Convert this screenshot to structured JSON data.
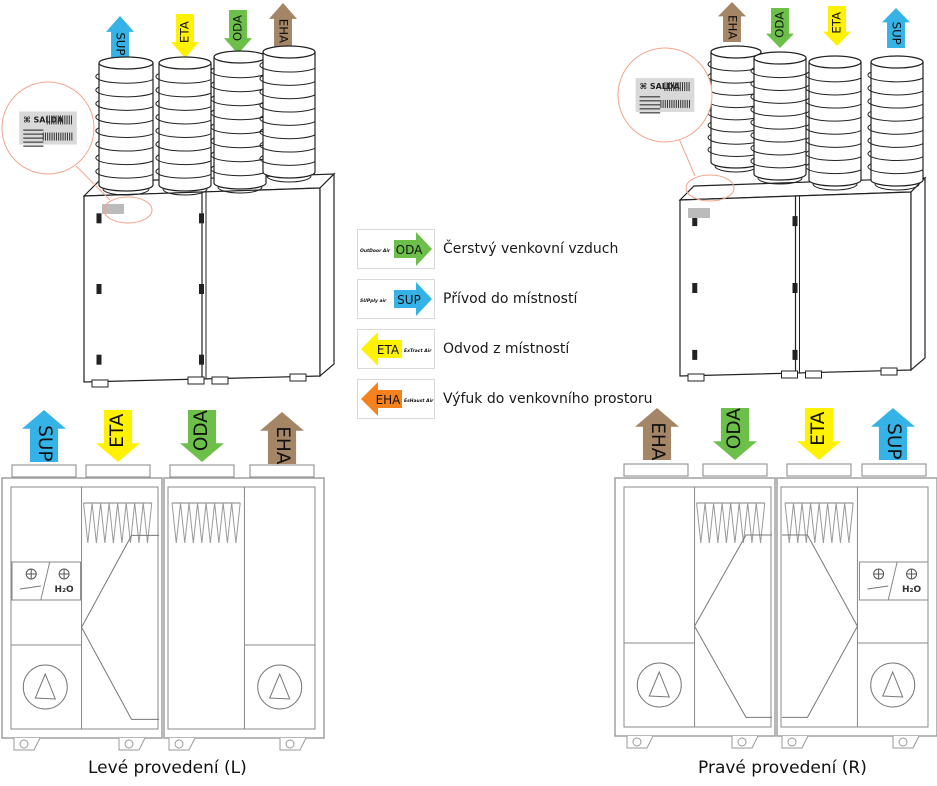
{
  "colors": {
    "oda": "#6cc04a",
    "sup": "#35b3e6",
    "eta": "#fff200",
    "eha": "#f5821f",
    "eha_top": "#a48566",
    "callout": "#f2a58c",
    "line": "#555555"
  },
  "legend": [
    {
      "code": "ODA",
      "sub": "OutDoor Air",
      "direction": "right",
      "color_key": "oda",
      "text": "Čerstvý venkovní vzduch"
    },
    {
      "code": "SUP",
      "sub": "SUPply air",
      "direction": "right",
      "color_key": "sup",
      "text": "Přívod do místností"
    },
    {
      "code": "ETA",
      "sub": "ExTract Air",
      "direction": "left",
      "color_key": "eta",
      "text": "Odvod z místností"
    },
    {
      "code": "EHA",
      "sub": "EsHaust Air",
      "direction": "left",
      "color_key": "eha",
      "text": "Výfuk do venkovního prostoru"
    }
  ],
  "left_unit": {
    "top_arrows": [
      {
        "code": "SUP",
        "direction": "up"
      },
      {
        "code": "ETA",
        "direction": "down"
      },
      {
        "code": "ODA",
        "direction": "down"
      },
      {
        "code": "EHA",
        "direction": "up"
      }
    ],
    "label_brand": "SALDA",
    "caption": "Levé provedení (L)",
    "panel_labels": {
      "water": "H₂O"
    }
  },
  "right_unit": {
    "top_arrows": [
      {
        "code": "EHA",
        "direction": "up"
      },
      {
        "code": "ODA",
        "direction": "down"
      },
      {
        "code": "ETA",
        "direction": "down"
      },
      {
        "code": "SUP",
        "direction": "up"
      }
    ],
    "label_brand": "SALDA",
    "caption": "Pravé provedení (R)",
    "panel_labels": {
      "water": "H₂O"
    }
  }
}
